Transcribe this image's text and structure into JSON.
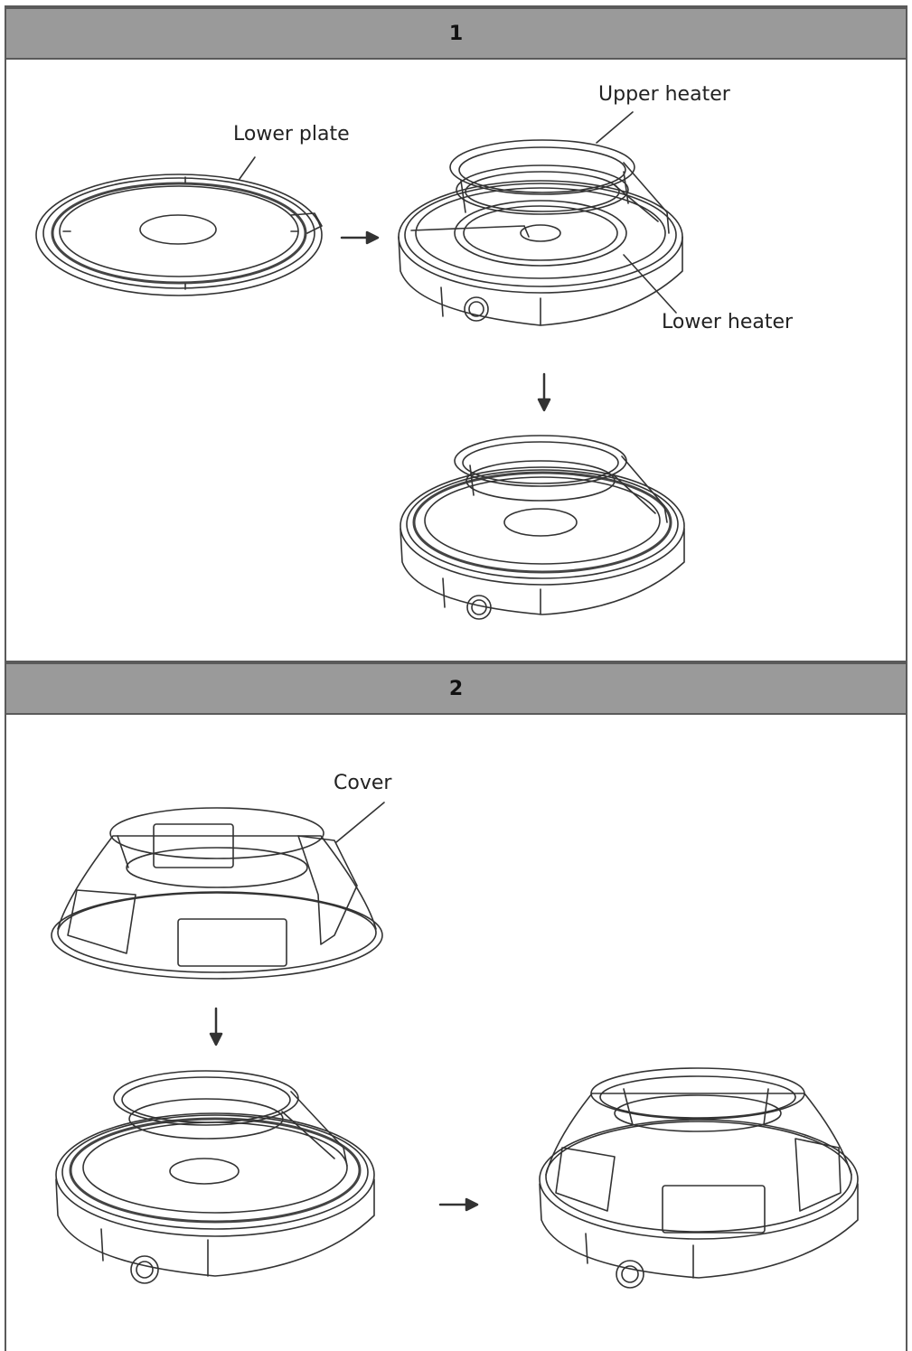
{
  "steps": [
    {
      "number": "1",
      "labels": {
        "lower_plate": "Lower plate",
        "upper_heater": "Upper heater",
        "lower_heater": "Lower heater"
      }
    },
    {
      "number": "2",
      "labels": {
        "cover": "Cover"
      }
    }
  ],
  "colors": {
    "header_bg": "#9a9a9a",
    "border": "#5a5a5a",
    "line": "#333333"
  }
}
